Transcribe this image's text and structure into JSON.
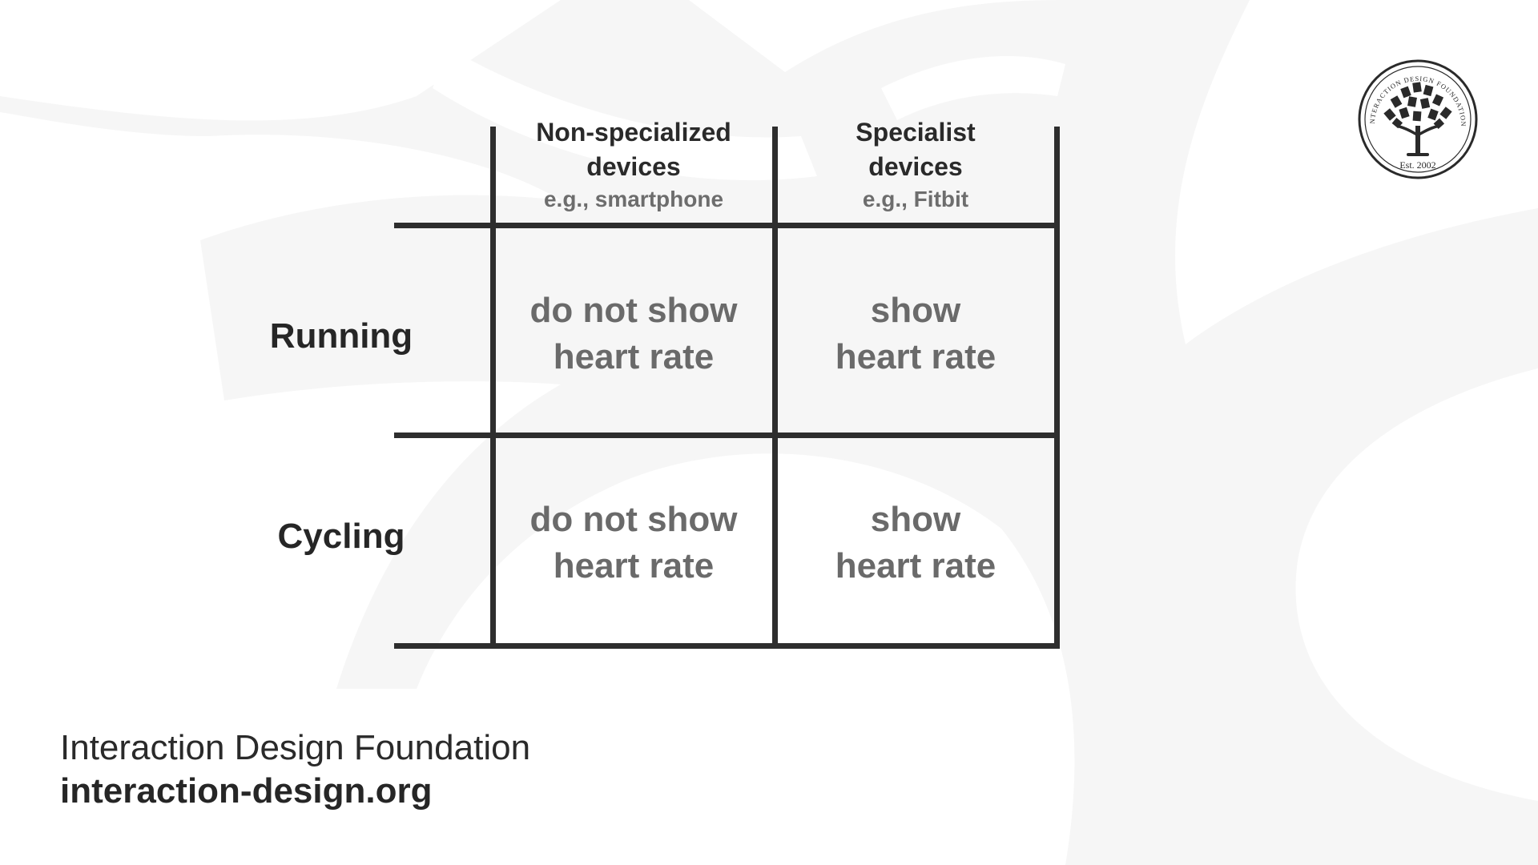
{
  "matrix": {
    "columns": [
      {
        "title": "Non-specialized devices",
        "example": "e.g., smartphone"
      },
      {
        "title": "Specialist devices",
        "example": "e.g., Fitbit"
      }
    ],
    "rows": [
      {
        "label": "Running",
        "cells": [
          "do not show heart rate",
          "show heart rate"
        ]
      },
      {
        "label": "Cycling",
        "cells": [
          "do not show heart rate",
          "show heart rate"
        ]
      }
    ]
  },
  "logo": {
    "ring_text": "INTERACTION DESIGN FOUNDATION",
    "established": "Est. 2002",
    "icon": "tree-with-books-icon"
  },
  "footer": {
    "organization": "Interaction Design Foundation",
    "url": "interaction-design.org"
  },
  "colors": {
    "grid_lines": "#2e2e2e",
    "heading_text": "#262626",
    "cell_text": "#6a6a6a",
    "watermark": "#f5f5f5"
  }
}
